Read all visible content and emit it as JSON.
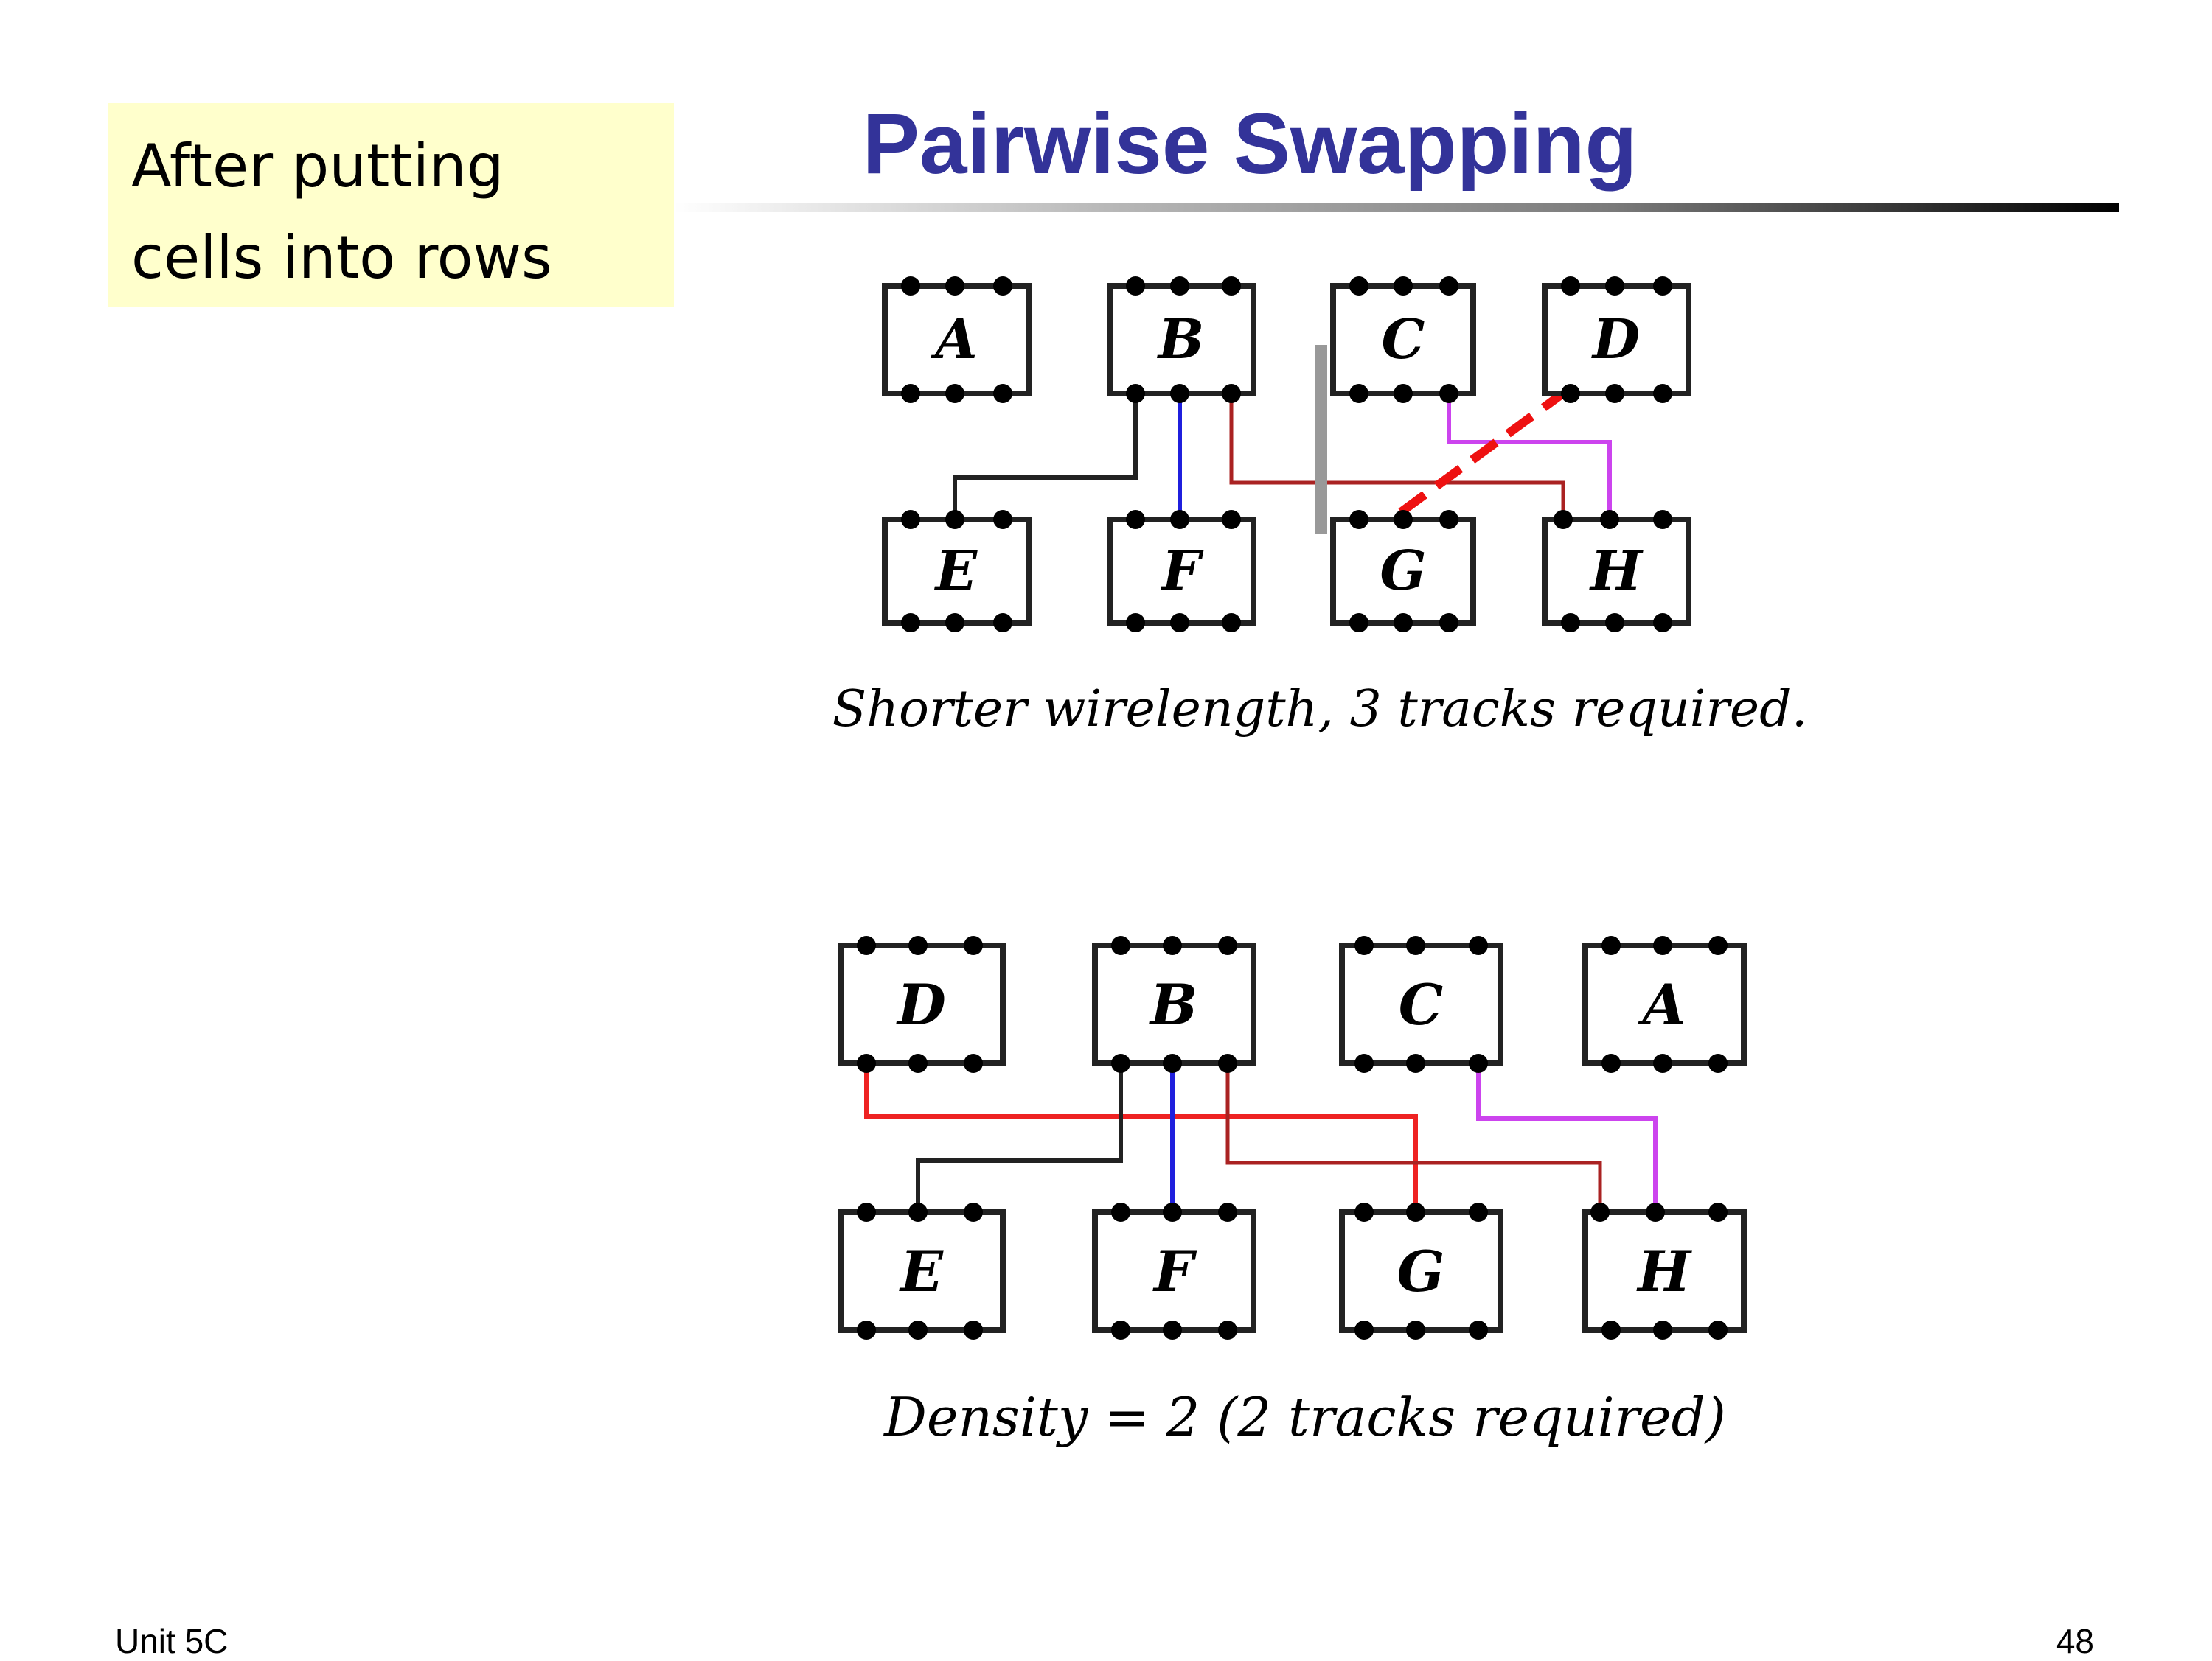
{
  "note": {
    "line1": "After putting",
    "line2": "cells into rows"
  },
  "title": "Pairwise Swapping",
  "diagram_top": {
    "caption": "Shorter wirelength, 3 tracks required.",
    "cells": [
      "A",
      "B",
      "C",
      "D",
      "E",
      "F",
      "G",
      "H"
    ]
  },
  "diagram_bottom": {
    "caption": "Density = 2 (2 tracks required)",
    "cells": [
      "D",
      "B",
      "C",
      "A",
      "E",
      "F",
      "G",
      "H"
    ]
  },
  "colors": {
    "title": "#333399",
    "note_bg": "#ffffcc",
    "wire_black": "#222222",
    "wire_blue": "#1f1fdd",
    "wire_darkred": "#aa2222",
    "wire_violet": "#cc44ee",
    "wire_red": "#ee2222",
    "swap_dashed": "#ee1111",
    "divider_gray": "#999999"
  },
  "footer": {
    "left": "Unit 5C",
    "right": "48"
  }
}
